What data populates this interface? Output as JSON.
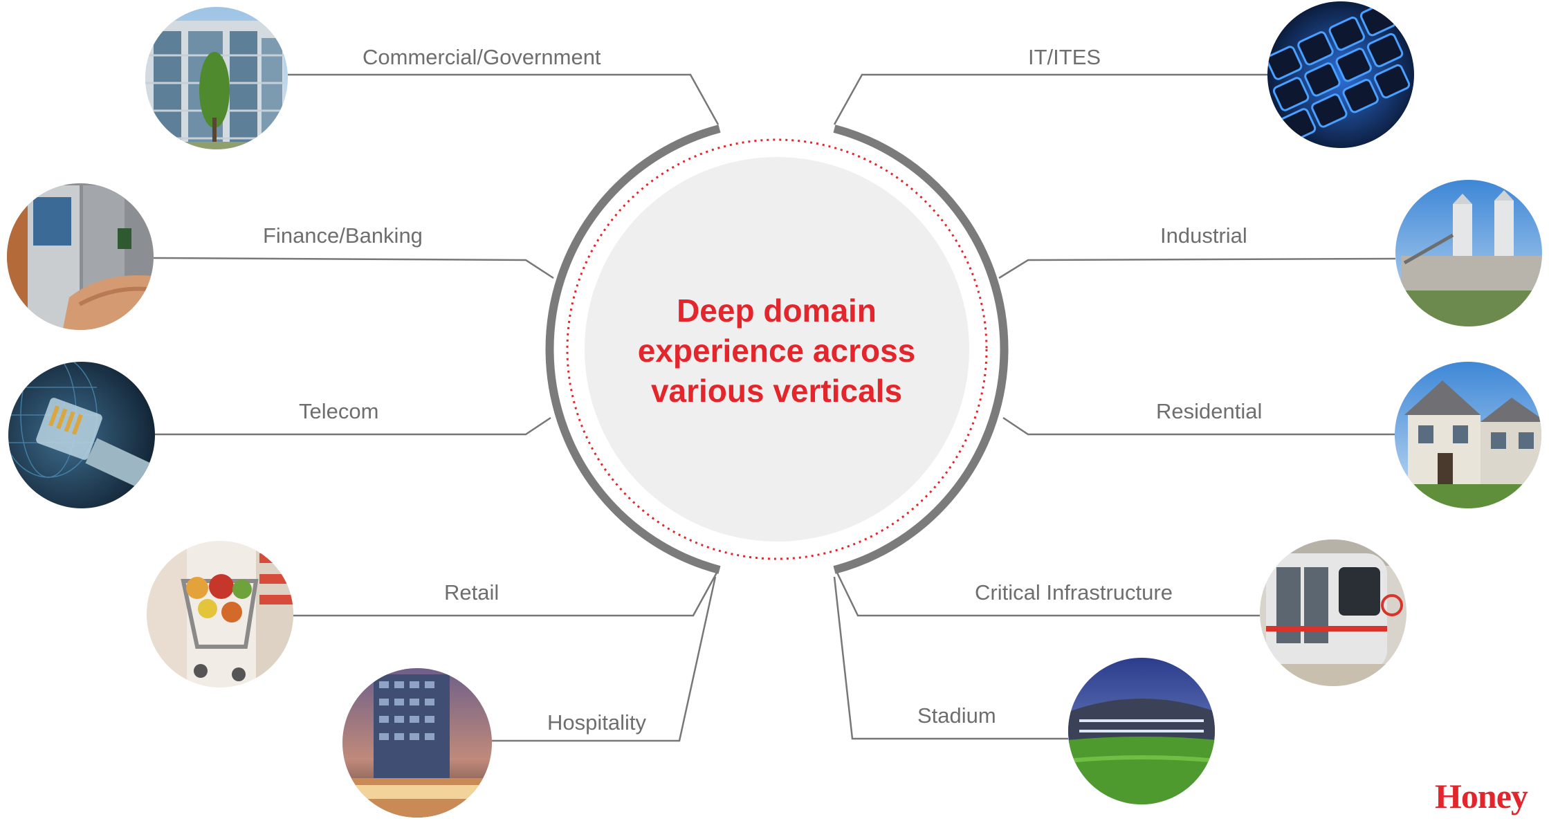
{
  "center": {
    "line1": "Deep domain",
    "line2": "experience across",
    "line3": "various verticals"
  },
  "verticals": [
    {
      "label": "Commercial/Government",
      "icon": "office-building-icon"
    },
    {
      "label": "Finance/Banking",
      "icon": "atm-icon"
    },
    {
      "label": "Telecom",
      "icon": "network-cable-icon"
    },
    {
      "label": "Retail",
      "icon": "shopping-cart-icon"
    },
    {
      "label": "Hospitality",
      "icon": "hotel-icon"
    },
    {
      "label": "IT/ITES",
      "icon": "keyboard-icon"
    },
    {
      "label": "Industrial",
      "icon": "factory-icon"
    },
    {
      "label": "Residential",
      "icon": "house-icon"
    },
    {
      "label": "Critical Infrastructure",
      "icon": "metro-train-icon"
    },
    {
      "label": "Stadium",
      "icon": "stadium-icon"
    }
  ],
  "brand": "Honey",
  "colors": {
    "accent": "#e3262b",
    "connector": "#777777",
    "ring": "#7b7b7b",
    "disc": "#efefef"
  }
}
